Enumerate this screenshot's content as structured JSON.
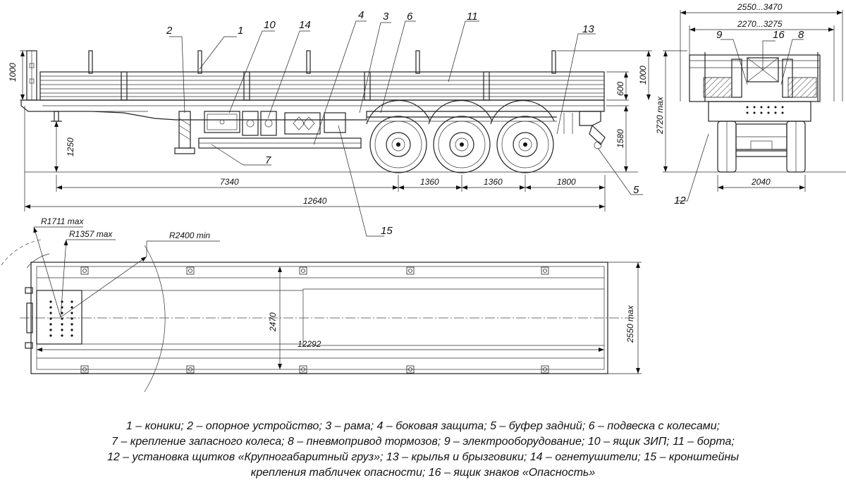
{
  "callouts": [
    "1",
    "2",
    "3",
    "4",
    "5",
    "6",
    "7",
    "8",
    "9",
    "10",
    "11",
    "12",
    "13",
    "14",
    "15",
    "16"
  ],
  "dimensions": {
    "side_height_left": "1000",
    "side_height_right": "1000",
    "board_height": "600",
    "kingpin_height": "1250",
    "deck_height": "1580",
    "kingpin_to_axle": "7340",
    "axle_spacing_1": "1360",
    "axle_spacing_2": "1360",
    "rear_overhang": "1800",
    "overall_length": "12640",
    "turn_radius_1": "R1711 max",
    "turn_radius_2": "R1357 max",
    "turn_radius_3": "R2400 min",
    "inner_width": "2470",
    "overall_width": "2550 max",
    "deck_length": "12292",
    "width_range_1": "2550...3470",
    "width_range_2": "2270...3275",
    "overall_height": "2720 max",
    "track_width": "2040"
  },
  "legend": [
    "1 – коники; 2 – опорное устройство; 3 – рама; 4 – боковая защита; 5 – буфер задний; 6 – подвеска с колесами;",
    "7 – крепление запасного колеса; 8 – пневмопривод тормозов; 9 – электрооборудование; 10 – ящик ЗИП; 11 – борта;",
    "12 – установка щитков «Крупногабаритный груз»; 13 – крылья и брызговики; 14 – огнетушители; 15 – кронштейны",
    "крепления табличек опасности; 16 – ящик знаков «Опасность»"
  ]
}
